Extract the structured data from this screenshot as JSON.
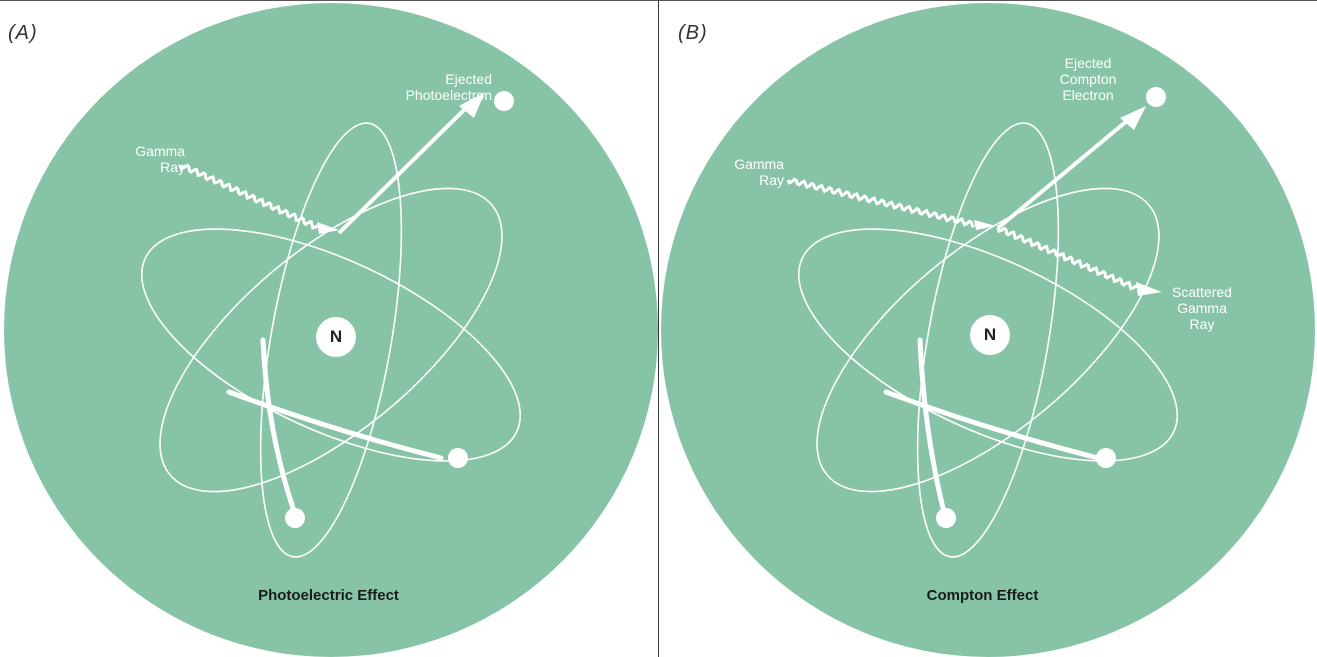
{
  "colors": {
    "disk": "#87c4a7",
    "line": "#ffffff",
    "text_dark": "#1b1b1b"
  },
  "panels": [
    {
      "letter": "(A)",
      "nucleus": "N",
      "incoming_label": [
        "Gamma",
        "Ray"
      ],
      "ejected_label": [
        "Ejected",
        "Photoelectron"
      ],
      "caption": "Photoelectric Effect"
    },
    {
      "letter": "(B)",
      "nucleus": "N",
      "incoming_label": [
        "Gamma",
        "Ray"
      ],
      "ejected_label": [
        "Ejected",
        "Compton",
        "Electron"
      ],
      "scattered_label": [
        "Scattered",
        "Gamma",
        "Ray"
      ],
      "caption": "Compton Effect"
    }
  ]
}
